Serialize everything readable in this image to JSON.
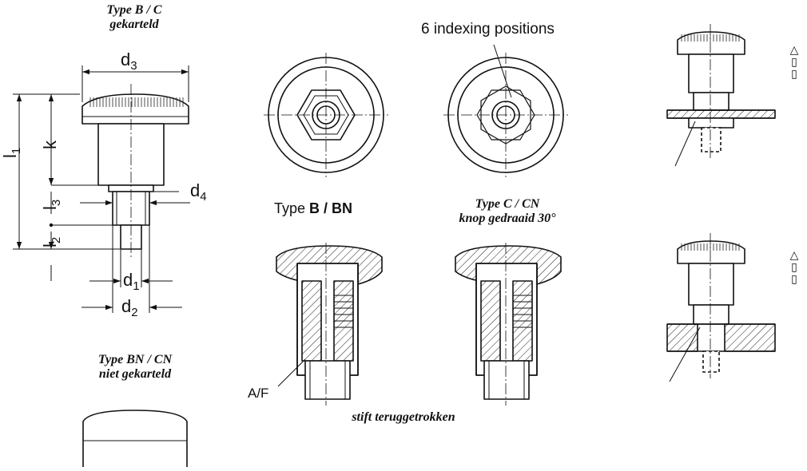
{
  "captions": {
    "type_bc": "Type B / C",
    "type_bc_sub": "gekarteld",
    "type_bncn": "Type BN / CN",
    "type_bncn_sub": "niet gekarteld",
    "indexing": "6 indexing positions",
    "type_b_prefix": "Type ",
    "type_b_bold": "B / BN",
    "type_c": "Type C / CN",
    "type_c_sub": "knop gedraaid 30°",
    "pin_retracted": "stift teruggetrokken",
    "af": "A/F"
  },
  "dimensions": {
    "d3": {
      "base": "d",
      "sub": "3"
    },
    "d4": {
      "base": "d",
      "sub": "4"
    },
    "d1": {
      "base": "d",
      "sub": "1"
    },
    "d2": {
      "base": "d",
      "sub": "2"
    },
    "l1": {
      "base": "l",
      "sub": "1"
    },
    "l2": {
      "base": "l",
      "sub": "2"
    },
    "l3": {
      "base": "l",
      "sub": "3"
    },
    "k": "k"
  },
  "side_marks": {
    "top": [
      "△",
      "▯",
      "▯"
    ],
    "bottom": [
      "△",
      "▯",
      "▯"
    ]
  }
}
